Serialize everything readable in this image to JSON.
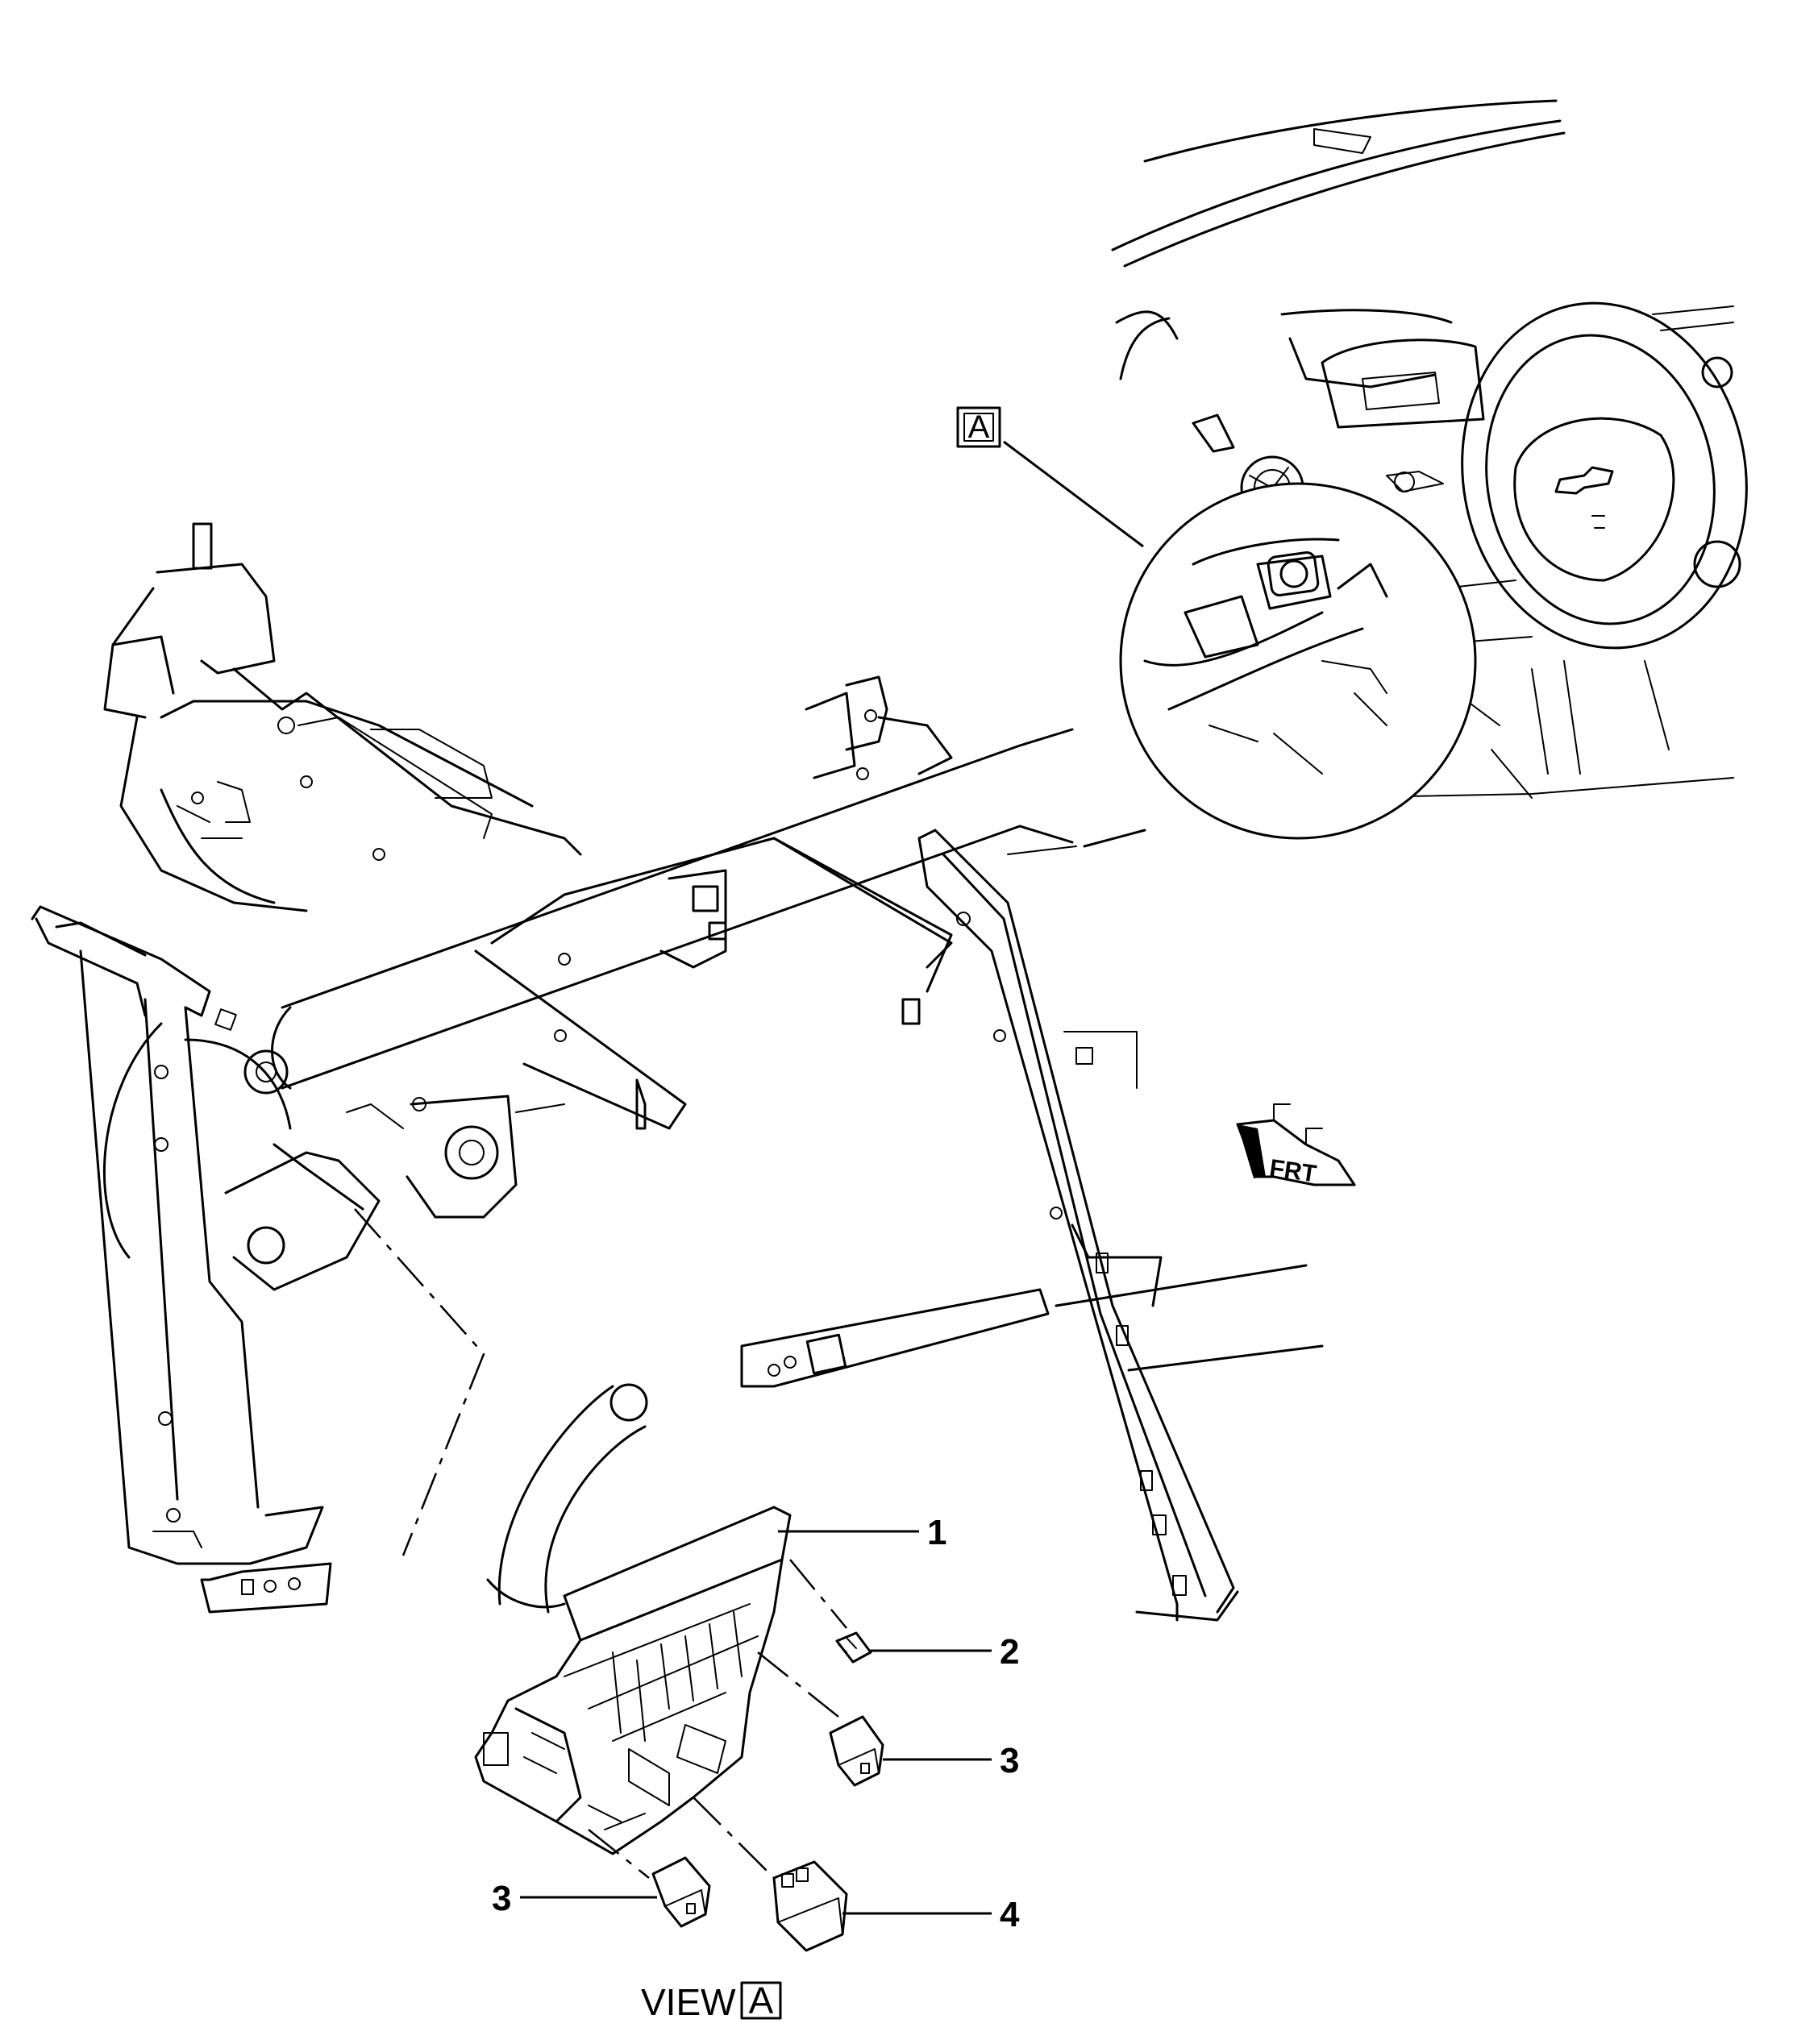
{
  "view_marker": {
    "letter": "A"
  },
  "view_caption": {
    "prefix": "VIEW",
    "letter": "A"
  },
  "front_indicator": {
    "label": "FRT"
  },
  "callouts": [
    {
      "id": "callout-1",
      "number": "1"
    },
    {
      "id": "callout-2",
      "number": "2"
    },
    {
      "id": "callout-3-right",
      "number": "3"
    },
    {
      "id": "callout-3-left",
      "number": "3"
    },
    {
      "id": "callout-4",
      "number": "4"
    }
  ],
  "colors": {
    "line": "#000000",
    "background": "#ffffff"
  }
}
